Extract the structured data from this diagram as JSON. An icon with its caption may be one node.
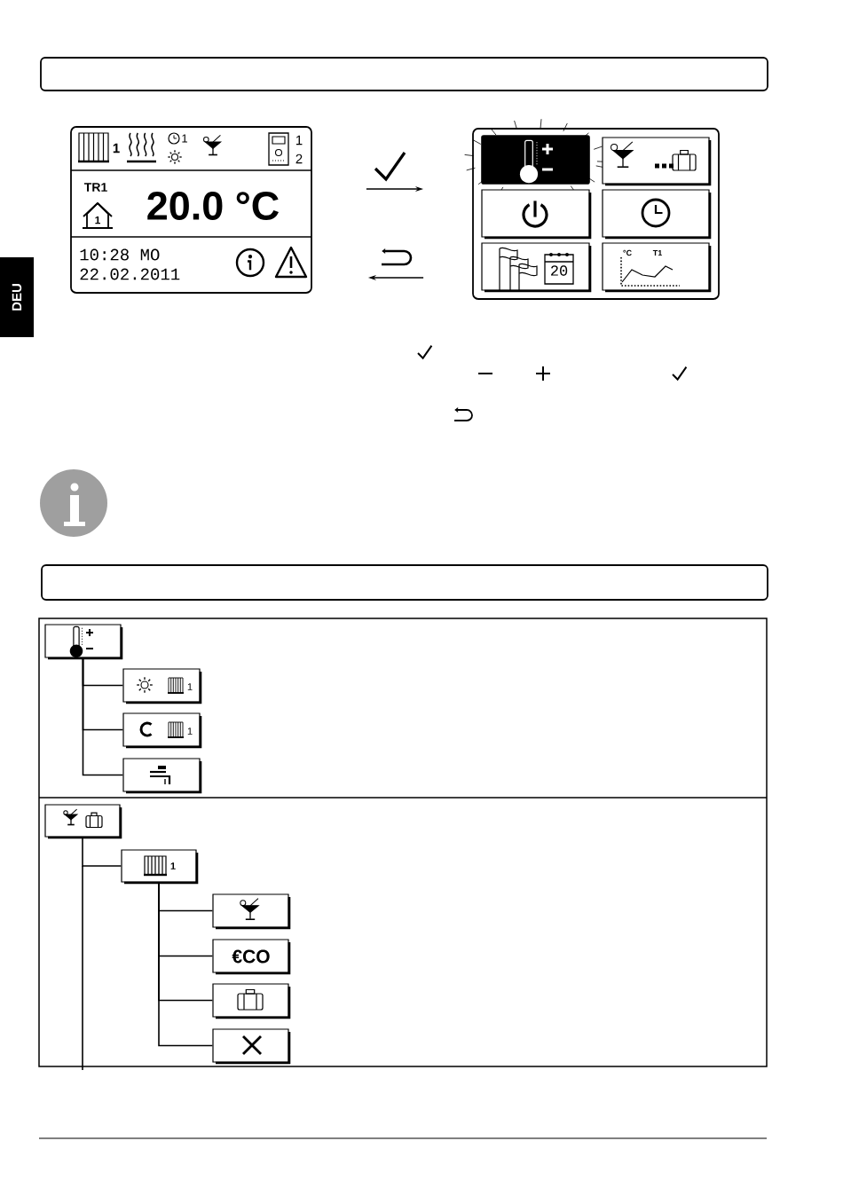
{
  "diagram": {
    "nodes": [
      {
        "text": [
          "1",
          "1",
          "1",
          "2",
          "TR1",
          "1",
          "20.0 °C",
          "10:28 MO",
          "22.02.2011"
        ]
      },
      {
        "text": [],
        "shape": "box"
      },
      {
        "text": [],
        "shape": "box",
        "in": 1
      },
      {
        "text": [],
        "shape": "box",
        "in": 1
      },
      {
        "text": [],
        "shape": "box",
        "in": 1
      },
      {
        "text": [],
        "shape": "box",
        "in": 1
      },
      {
        "text": [
          "20"
        ],
        "in": 1
      },
      {
        "text": [
          "°C",
          "T1"
        ],
        "in": 1
      },
      {
        "text": [],
        "shape": "box"
      },
      {
        "text": [
          "1"
        ]
      },
      {
        "text": [
          "1"
        ]
      },
      {
        "text": [],
        "shape": "box"
      },
      {
        "text": [],
        "shape": "box"
      },
      {
        "text": [
          "1"
        ]
      },
      {
        "text": [],
        "shape": "box"
      },
      {
        "text": [
          "€CO"
        ]
      },
      {
        "text": [],
        "shape": "box"
      },
      {
        "text": [],
        "shape": "box"
      }
    ],
    "edges": [
      {
        "from": 0,
        "to": 1,
        "arrow": "to"
      },
      {
        "from": 1,
        "to": 0,
        "arrow": "to"
      },
      {
        "from": 8,
        "to": 9,
        "arrow": "none"
      },
      {
        "from": 8,
        "to": 10,
        "arrow": "none"
      },
      {
        "from": 8,
        "to": 11,
        "arrow": "none"
      },
      {
        "from": 12,
        "to": 13,
        "arrow": "none"
      },
      {
        "from": 13,
        "to": 14,
        "arrow": "none"
      },
      {
        "from": 13,
        "to": 15,
        "arrow": "none"
      },
      {
        "from": 13,
        "to": 16,
        "arrow": "none"
      },
      {
        "from": 13,
        "to": 17,
        "arrow": "none"
      }
    ],
    "labels": [
      "DEU"
    ]
  }
}
